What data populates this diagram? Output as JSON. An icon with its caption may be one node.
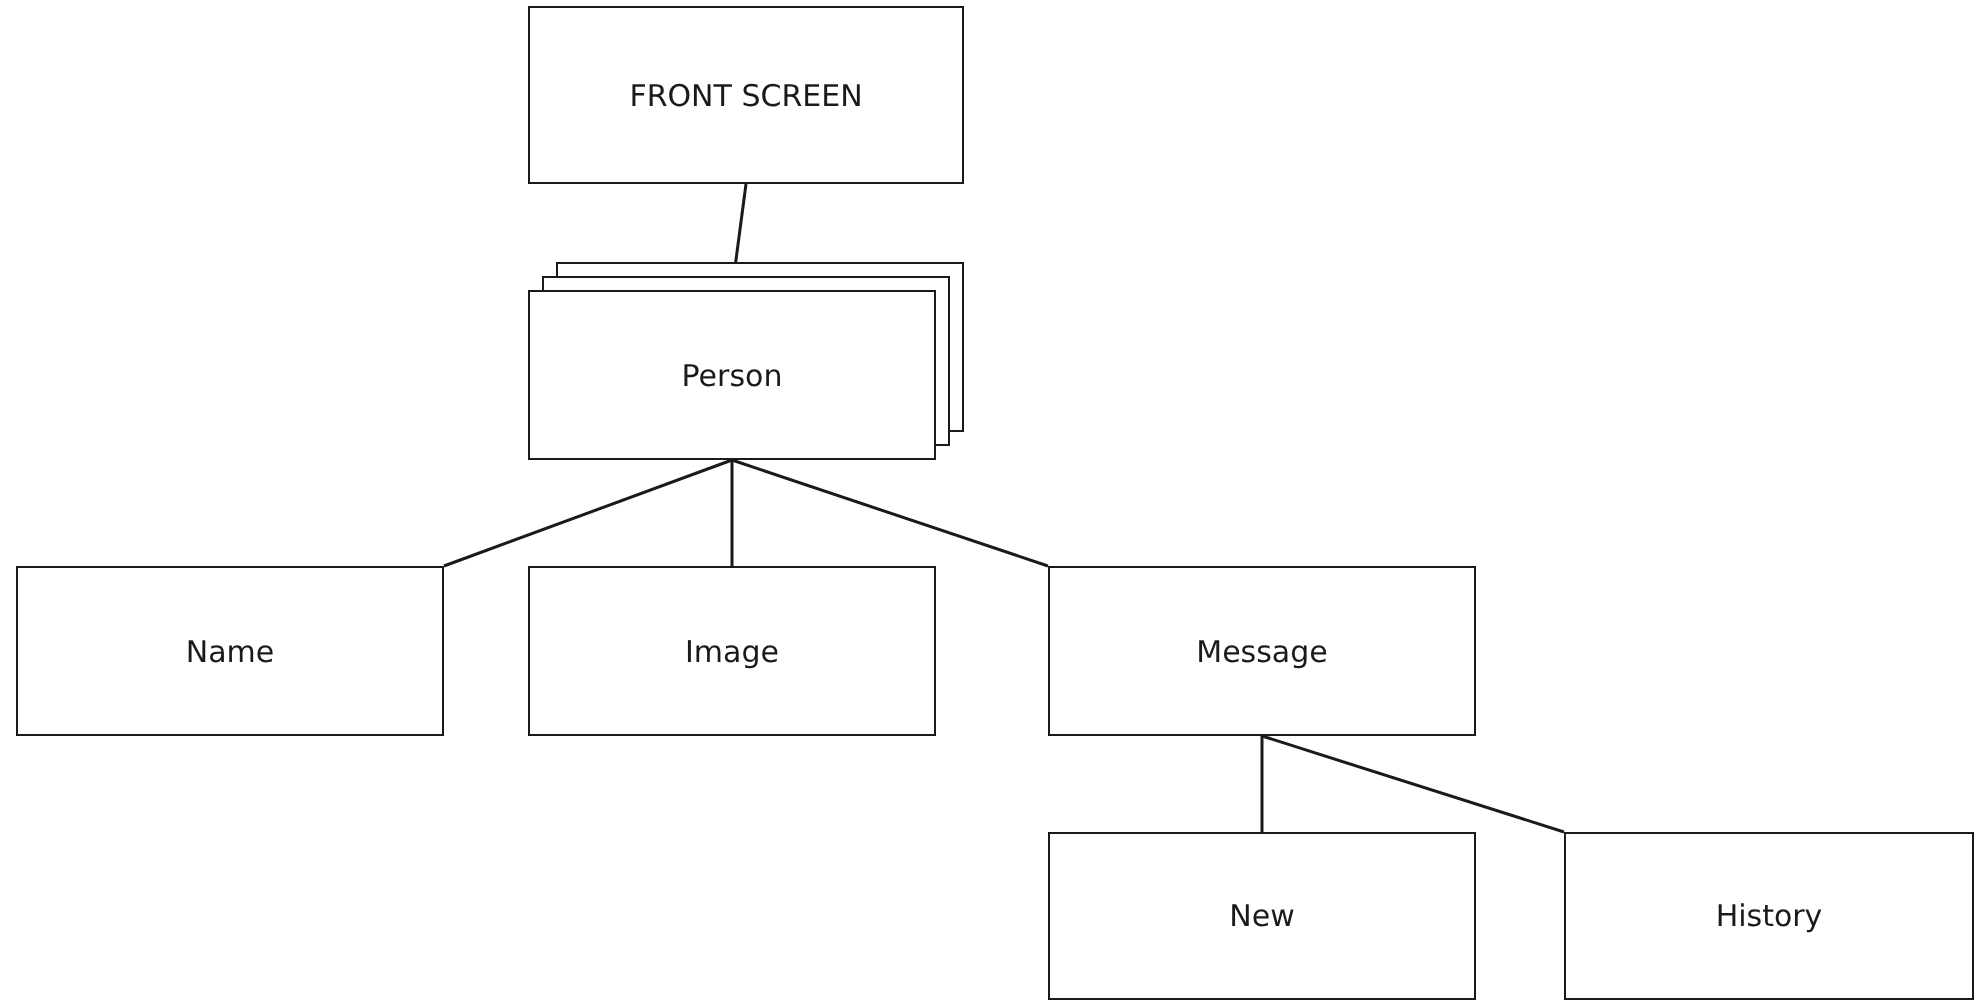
{
  "diagram": {
    "nodes": [
      {
        "text": [
          "FRONT SCREEN"
        ]
      },
      {
        "text": [
          "Person"
        ]
      },
      {
        "text": [
          "Name"
        ]
      },
      {
        "text": [
          "Image"
        ]
      },
      {
        "text": [
          "Message"
        ]
      },
      {
        "text": [
          "New"
        ]
      },
      {
        "text": [
          "History"
        ]
      }
    ],
    "edges": [
      {
        "from": 0,
        "to": 1,
        "arrow": "none"
      },
      {
        "from": 1,
        "to": 2,
        "arrow": "none"
      },
      {
        "from": 1,
        "to": 3,
        "arrow": "none"
      },
      {
        "from": 1,
        "to": 4,
        "arrow": "none"
      },
      {
        "from": 4,
        "to": 5,
        "arrow": "none"
      },
      {
        "from": 4,
        "to": 6,
        "arrow": "none"
      }
    ]
  }
}
